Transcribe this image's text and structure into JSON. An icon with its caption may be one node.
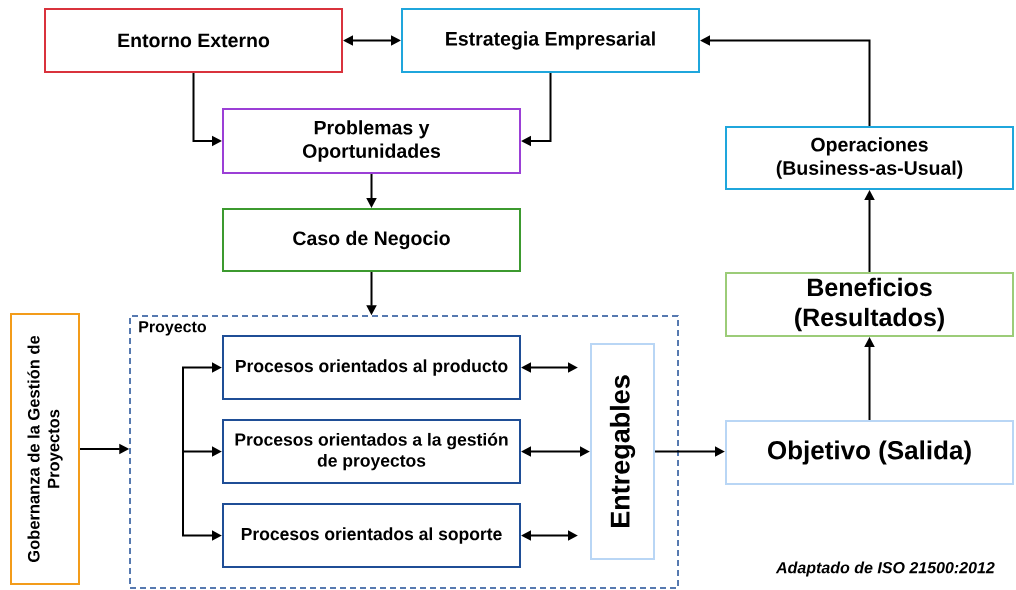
{
  "diagram": {
    "nodes": [
      {
        "text": [
          "Entorno Externo"
        ]
      },
      {
        "text": [
          "Estrategia Empresarial"
        ]
      },
      {
        "text": [
          "Problemas y Oportunidades"
        ]
      },
      {
        "text": [
          "Caso de Negocio"
        ]
      },
      {
        "text": [
          "Gobernanza de la Gestión de Proyectos"
        ]
      },
      {
        "text": [
          "Proyecto"
        ]
      },
      {
        "text": [
          "Procesos orientados al producto"
        ],
        "in": 5
      },
      {
        "text": [
          "Procesos orientados a la gestión de proyectos"
        ],
        "in": 5
      },
      {
        "text": [
          "Procesos orientados al soporte"
        ],
        "in": 5
      },
      {
        "text": [
          "Entregables"
        ],
        "in": 5
      },
      {
        "text": [
          "Objetivo (Salida)"
        ]
      },
      {
        "text": [
          "Beneficios (Resultados)"
        ]
      },
      {
        "text": [
          "Operaciones (Business-as-Usual)"
        ]
      }
    ],
    "edges": [
      {
        "from": 0,
        "to": 1,
        "arrow": "both"
      },
      {
        "from": 0,
        "to": 2,
        "arrow": "to"
      },
      {
        "from": 1,
        "to": 2,
        "arrow": "to"
      },
      {
        "from": 2,
        "to": 3,
        "arrow": "to"
      },
      {
        "from": 3,
        "to": 5,
        "arrow": "to"
      },
      {
        "from": 4,
        "to": 5,
        "arrow": "to"
      },
      {
        "from": null,
        "to": 6,
        "arrow": "to"
      },
      {
        "from": null,
        "to": 7,
        "arrow": "to"
      },
      {
        "from": null,
        "to": 8,
        "arrow": "to"
      },
      {
        "from": 6,
        "to": 9,
        "arrow": "both"
      },
      {
        "from": 7,
        "to": 9,
        "arrow": "both"
      },
      {
        "from": 8,
        "to": 9,
        "arrow": "both"
      },
      {
        "from": 9,
        "to": 10,
        "arrow": "to"
      },
      {
        "from": 10,
        "to": 11,
        "arrow": "to"
      },
      {
        "from": 11,
        "to": 12,
        "arrow": "to"
      },
      {
        "from": 12,
        "to": 1,
        "arrow": "to"
      }
    ],
    "labels": [
      "Adaptado de ISO 21500:2012"
    ]
  }
}
